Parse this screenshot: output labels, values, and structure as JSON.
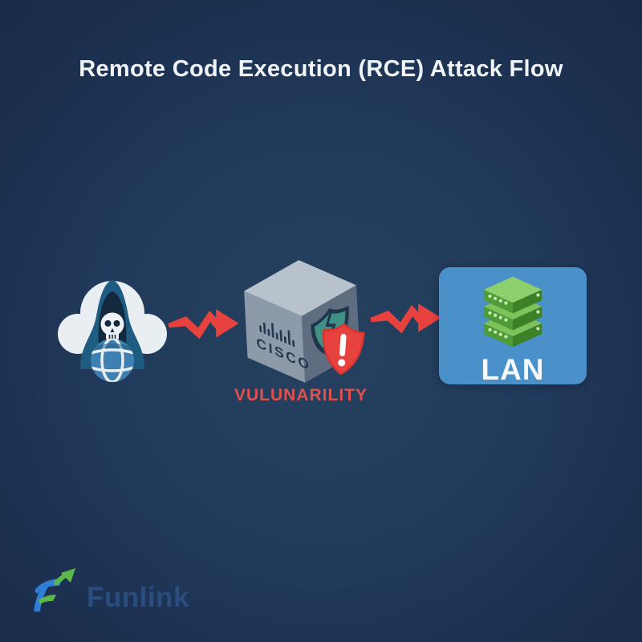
{
  "title": "Remote Code Execution (RCE) Attack Flow",
  "flow": {
    "attacker_node": {
      "icon": "hacker-cloud-globe-icon"
    },
    "arrow1": {
      "icon": "attack-zigzag-arrow-icon"
    },
    "device_node": {
      "brand": "CISCO",
      "icon": "cisco-device-cube-icon",
      "shield_icon": "broken-shield-icon",
      "alert_icon": "alert-shield-icon",
      "caption": "VULUNARILITY"
    },
    "arrow2": {
      "icon": "attack-zigzag-arrow-icon"
    },
    "target_node": {
      "label": "LAN",
      "icon": "server-stack-icon"
    }
  },
  "footer": {
    "brand": "Funlink",
    "icon": "funlink-logo-icon"
  },
  "colors": {
    "background_center": "#264260",
    "background_edge": "#182942",
    "attack_red": "#e8423e",
    "caption_red": "#e0514e",
    "lan_box_blue": "#4a91c9",
    "server_green_top": "#8ed06e",
    "server_green_left": "#4f9c36",
    "server_green_right": "#3c8127",
    "shield_teal": "#3f9186",
    "cube_top_gray": "#b8c2cc",
    "cube_left_gray": "#8d9aaa",
    "cube_right_gray": "#5e6d7f",
    "cloud_white": "#e9eef3",
    "hood_blue": "#1f5c82",
    "globe_blue": "#3f80b2",
    "brand_text_blue": "#2a4d7e",
    "brand_icon_blue": "#2f7fd6",
    "brand_icon_green": "#5cb849"
  }
}
